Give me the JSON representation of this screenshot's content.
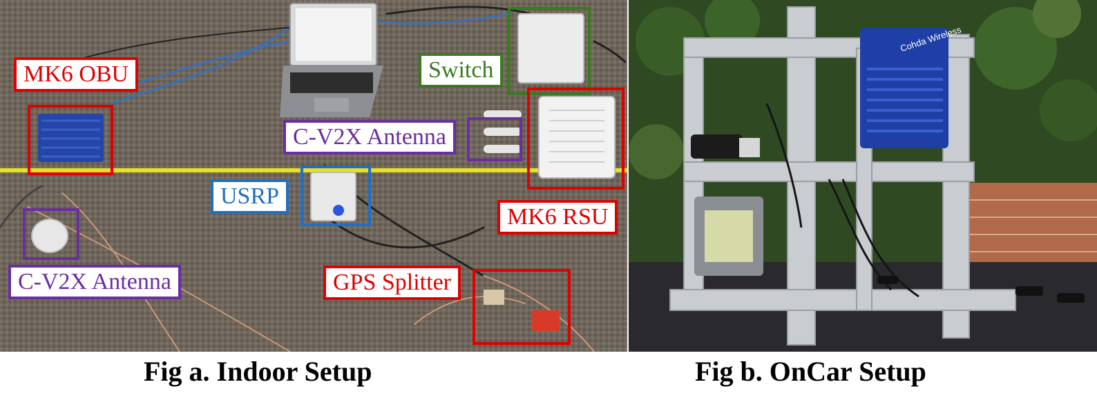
{
  "panels": {
    "indoor": {
      "caption": "Fig a. Indoor Setup",
      "labels": {
        "mk6_obu": "MK6 OBU",
        "switch": "Switch",
        "cv2x_antenna_top": "C-V2X Antenna",
        "usrp": "USRP",
        "mk6_rsu": "MK6 RSU",
        "cv2x_antenna_bottom": "C-V2X Antenna",
        "gps_splitter": "GPS Splitter"
      },
      "colors": {
        "red": "#e00000",
        "green": "#3b7a1f",
        "purple": "#6a2ea0",
        "blue": "#1f6fc4",
        "carpet": "#6e645a",
        "tape": "#e8e020"
      }
    },
    "oncar": {
      "caption": "Fig b. OnCar Setup",
      "device_logo": "Cohda Wireless",
      "colors": {
        "sky_foliage": "#2f4a22",
        "frame": "#c9ccd0",
        "device_blue": "#1f3fa6",
        "brick": "#b06a4a"
      }
    }
  }
}
